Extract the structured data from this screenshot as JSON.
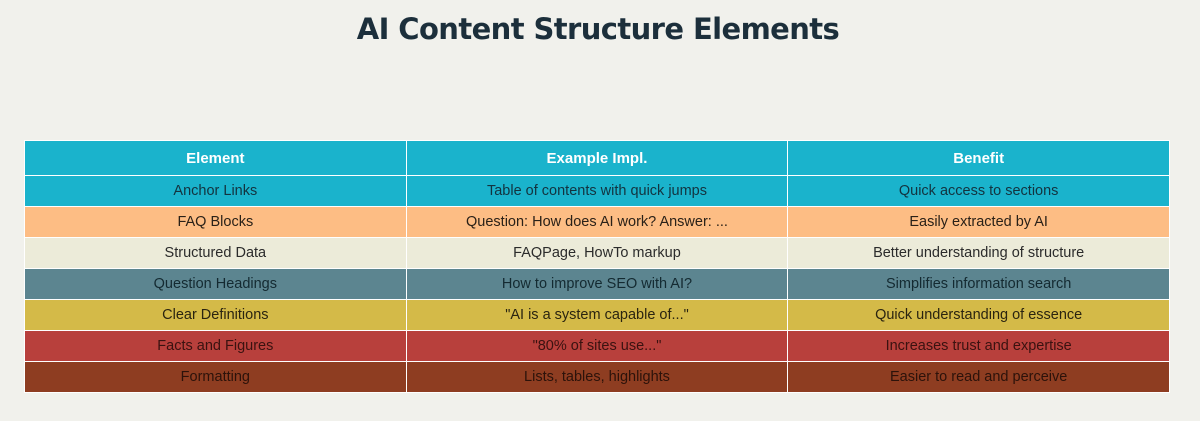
{
  "page": {
    "title": "AI Content Structure Elements"
  },
  "table": {
    "headers": [
      "Element",
      "Example Impl.",
      "Benefit"
    ],
    "rows": [
      {
        "cells": [
          "Anchor Links",
          "Table of contents with quick jumps",
          "Quick access to sections"
        ],
        "bg": "#1ab3cc",
        "fg": "#13333f"
      },
      {
        "cells": [
          "FAQ Blocks",
          "Question: How does AI work? Answer: ...",
          "Easily extracted by AI"
        ],
        "bg": "#fdbd84",
        "fg": "#2a2118"
      },
      {
        "cells": [
          "Structured Data",
          "FAQPage, HowTo markup",
          "Better understanding of structure"
        ],
        "bg": "#ecebd9",
        "fg": "#2b2b2b"
      },
      {
        "cells": [
          "Question Headings",
          "How to improve SEO with AI?",
          "Simplifies information search"
        ],
        "bg": "#5c8590",
        "fg": "#142a31"
      },
      {
        "cells": [
          "Clear Definitions",
          "\"AI is a system capable of...\"",
          "Quick understanding of essence"
        ],
        "bg": "#d4ba48",
        "fg": "#2a2410"
      },
      {
        "cells": [
          "Facts and Figures",
          "\"80% of sites use...\"",
          "Increases trust and expertise"
        ],
        "bg": "#b8403c",
        "fg": "#3a1210"
      },
      {
        "cells": [
          "Formatting",
          "Lists, tables, highlights",
          "Easier to read and perceive"
        ],
        "bg": "#8e3d21",
        "fg": "#2c120a"
      }
    ]
  }
}
